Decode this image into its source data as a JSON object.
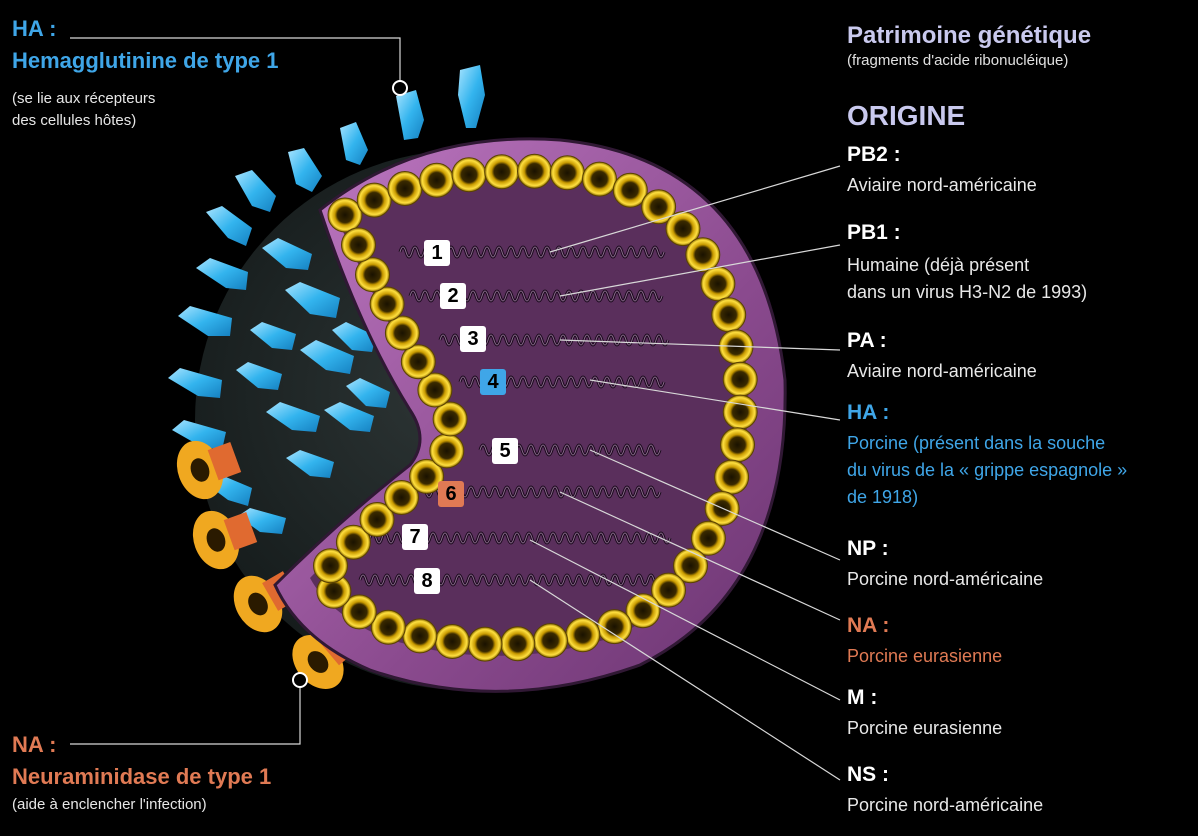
{
  "ha_label": {
    "title": "HA :",
    "name": "Hemagglutinine de type 1",
    "desc_line1": "(se lie aux récepteurs",
    "desc_line2": "des cellules hôtes)"
  },
  "na_label": {
    "title": "NA :",
    "name": "Neuraminidase de type 1",
    "desc": "(aide à enclencher l'infection)"
  },
  "genome": {
    "title": "Patrimoine génétique",
    "subtitle": "(fragments d'acide ribonucléique)",
    "origin_heading": "ORIGINE"
  },
  "segments": [
    {
      "number": "1",
      "name": "PB2 :",
      "desc_lines": [
        "Aviaire nord-américaine"
      ],
      "color": "#ffffff"
    },
    {
      "number": "2",
      "name": "PB1 :",
      "desc_lines": [
        "Humaine (déjà présent",
        "dans un virus H3-N2 de 1993)"
      ],
      "color": "#ffffff"
    },
    {
      "number": "3",
      "name": "PA :",
      "desc_lines": [
        "Aviaire nord-américaine"
      ],
      "color": "#ffffff"
    },
    {
      "number": "4",
      "name": "HA :",
      "desc_lines": [
        "Porcine (présent dans la souche",
        "du virus de la « grippe espagnole »",
        "de 1918)"
      ],
      "color": "#3fa6e8"
    },
    {
      "number": "5",
      "name": "NP :",
      "desc_lines": [
        "Porcine nord-américaine"
      ],
      "color": "#ffffff"
    },
    {
      "number": "6",
      "name": "NA :",
      "desc_lines": [
        "Porcine eurasienne"
      ],
      "color": "#e07a54"
    },
    {
      "number": "7",
      "name": "M :",
      "desc_lines": [
        "Porcine eurasienne"
      ],
      "color": "#ffffff"
    },
    {
      "number": "8",
      "name": "NS :",
      "desc_lines": [
        "Porcine nord-américaine"
      ],
      "color": "#ffffff"
    }
  ],
  "colors": {
    "background": "#000000",
    "membrane": "#9b5a9e",
    "interior": "#5a2f5c",
    "hemagglutinin": "#3fb8ee",
    "neuraminidase": "#e8a020",
    "capsomere": "#e8c020",
    "accent_na": "#e07a54"
  }
}
